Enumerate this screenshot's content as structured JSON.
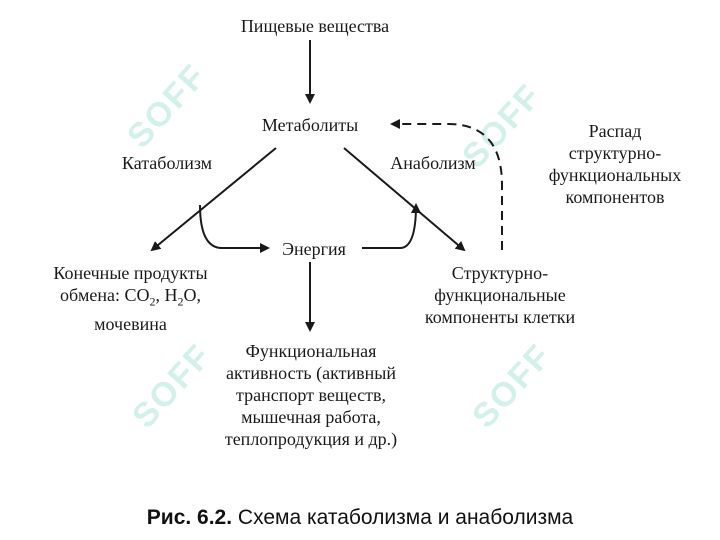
{
  "diagram": {
    "food_substances": "Пищевые вещества",
    "metabolites": "Метаболиты",
    "catabolism": "Катаболизм",
    "anabolism": "Анаболизм",
    "energy": "Энергия",
    "breakdown": [
      "Распад",
      "структурно-",
      "функциональных",
      "компонентов"
    ],
    "end_products": {
      "line1": "Конечные продукты",
      "line2_prefix": "обмена: CO",
      "sub_co2": "2",
      "line2_mid": ", H",
      "sub_h2o": "2",
      "line2_suffix": "O,",
      "line3": "мочевина"
    },
    "structural": [
      "Структурно-",
      "функциональные",
      "компоненты клетки"
    ],
    "functional_activity": [
      "Функциональная",
      "активность (активный",
      "транспорт веществ,",
      "мышечная работа,",
      "теплопродукция и др.)"
    ]
  },
  "caption": {
    "label": "Рис. 6.2.",
    "text": " Схема катаболизма и анаболизма"
  },
  "watermark": "SOFF",
  "colors": {
    "text": "#1a1a1a",
    "arrow": "#1a1a1a",
    "watermark": "#7ed9c4"
  }
}
